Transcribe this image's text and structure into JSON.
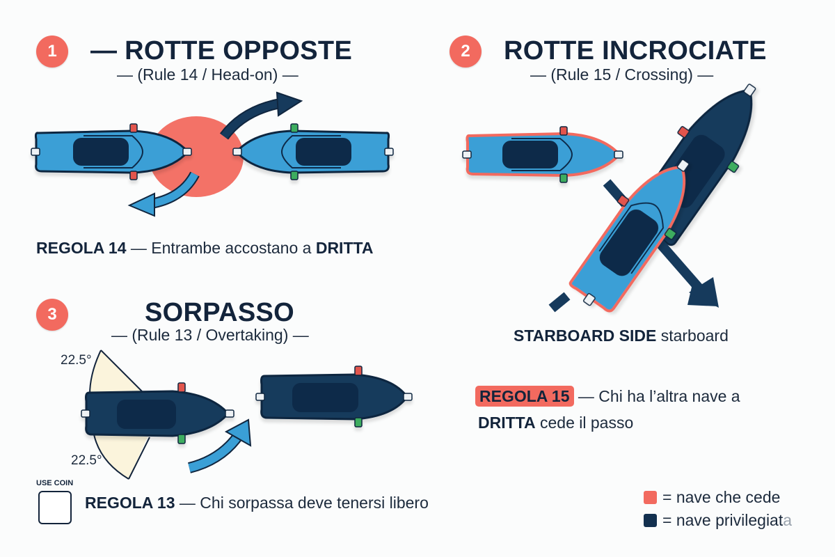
{
  "colors": {
    "give_way": "#f26a5f",
    "stand_on": "#13304f",
    "boat_light_blue": "#3a9fd6",
    "boat_dark": "#163a5c",
    "cabin": "#0f2a48",
    "text": "#13243b",
    "sector_fill": "#fbf4dc",
    "red_light": "#e2554d",
    "green_light": "#3cad5e"
  },
  "sections": [
    {
      "number": "1",
      "title": "— ROTTE OPPOSTE",
      "subtitle": "— (Rule 14 / Head-on) —",
      "rule_label": "REGOLA 14",
      "rule_text": " — Entrambe accostano a ",
      "rule_emphasis": "DRITTA"
    },
    {
      "number": "2",
      "title": "ROTTE INCROCIATE",
      "subtitle": "— (Rule 15 / Crossing) —",
      "caption_bold": "STARBOARD SIDE",
      "caption_text": " starboard",
      "rule_label": "REGOLA 15",
      "rule_text": " — Chi ha l’altra nave a",
      "rule_emphasis": "DRITTA",
      "rule_text_2": " cede il passo"
    },
    {
      "number": "3",
      "title": "SORPASSO",
      "subtitle": "— (Rule 13 / Overtaking) —",
      "angle_top": "22.5°",
      "angle_bottom": "22.5°",
      "rule_label": "REGOLA 13",
      "rule_text": " — Chi sorpassa deve tenersi libero"
    }
  ],
  "coin": {
    "label": "USE COIN",
    "icon": "knot-icon"
  },
  "legend": [
    {
      "color": "#f26a5f",
      "label": "= nave che cede"
    },
    {
      "color": "#13304f",
      "label": "= nave privilegiat",
      "label_faded": "a"
    }
  ]
}
